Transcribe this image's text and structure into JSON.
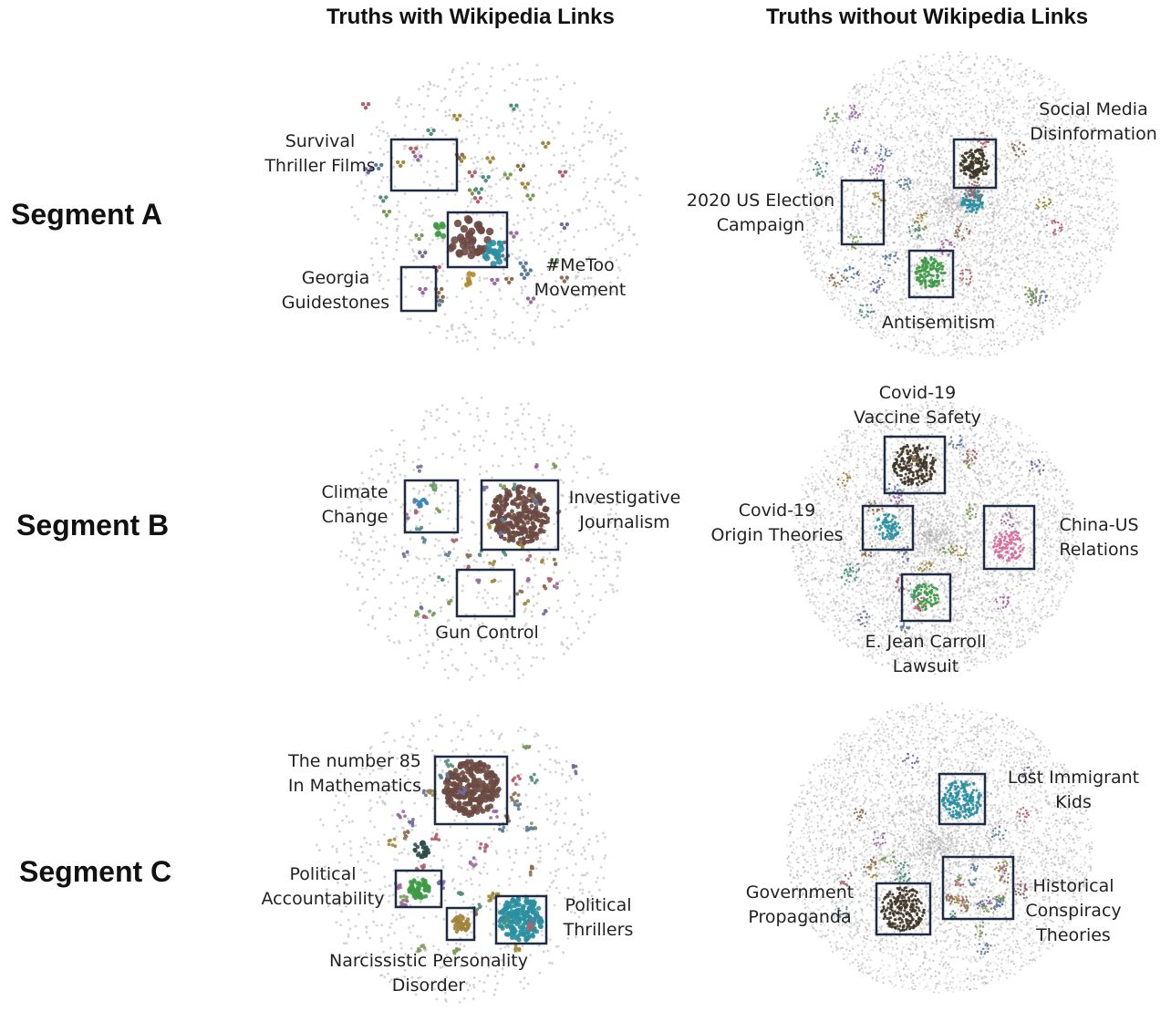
{
  "columns": {
    "left": "Truths with Wikipedia Links",
    "right": "Truths without Wikipedia Links"
  },
  "segments": {
    "a": "Segment A",
    "b": "Segment B",
    "c": "Segment C"
  },
  "labels": {
    "a_left": {
      "survival": [
        "Survival",
        "Thriller Films"
      ],
      "georgia": [
        "Georgia",
        "Guidestones"
      ],
      "metoo": [
        "#MeToo",
        "Movement"
      ]
    },
    "a_right": {
      "social": [
        "Social Media",
        "Disinformation"
      ],
      "election": [
        "2020 US Election",
        "Campaign"
      ],
      "antisemitism": "Antisemitism"
    },
    "b_left": {
      "climate": [
        "Climate",
        "Change"
      ],
      "investigative": [
        "Investigative",
        "Journalism"
      ],
      "gun": "Gun Control"
    },
    "b_right": {
      "vaccine": [
        "Covid-19",
        "Vaccine Safety"
      ],
      "origin": [
        "Covid-19",
        "Origin Theories"
      ],
      "china": [
        "China-US",
        "Relations"
      ],
      "carroll": [
        "E. Jean Carroll",
        "Lawsuit"
      ]
    },
    "c_left": {
      "number85": [
        "The number 85",
        "In Mathematics"
      ],
      "accountability": [
        "Political",
        "Accountability"
      ],
      "thrillers": [
        "Political",
        "Thrillers"
      ],
      "narcissistic": [
        "Narcissistic Personality",
        "Disorder"
      ]
    },
    "c_right": {
      "immigrant": [
        "Lost Immigrant",
        "Kids"
      ],
      "propaganda": [
        "Government",
        "Propaganda"
      ],
      "conspiracy": [
        "Historical",
        "Conspiracy",
        "Theories"
      ]
    }
  },
  "colors": {
    "box": "#1f2a44",
    "brown": "#6b4a42",
    "teal": "#2a8fa0",
    "green": "#3e9a45",
    "dark_olive": "#3e3526",
    "pink": "#d46b9a",
    "gray_dot": "#c8c8c8"
  }
}
